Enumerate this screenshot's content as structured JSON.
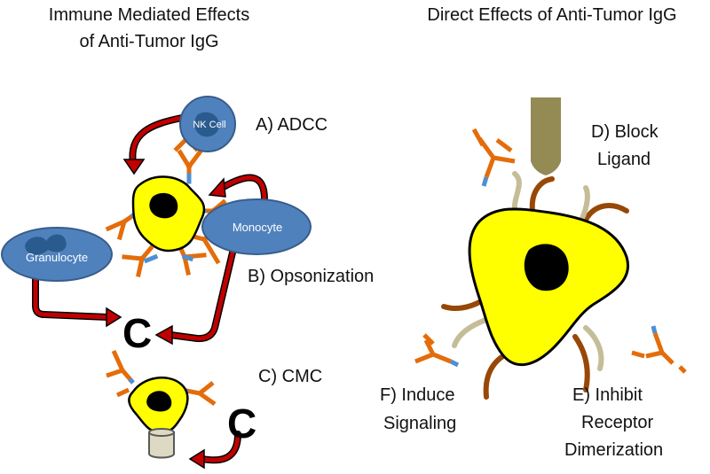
{
  "titles": {
    "left_line1": "Immune Mediated Effects",
    "left_line2": "of Anti-Tumor IgG",
    "right": "Direct Effects of Anti-Tumor IgG"
  },
  "labels": {
    "adcc": "A) ADCC",
    "opsonization": "B) Opsonization",
    "cmc": "C) CMC",
    "block_line1": "D) Block",
    "block_line2": "Ligand",
    "inhibit_line1": "E) Inhibit",
    "inhibit_line2": "Receptor",
    "inhibit_line3": "Dimerization",
    "induce_line1": "F) Induce",
    "induce_line2": "Signaling"
  },
  "cells": {
    "nk": "NK Cell",
    "monocyte": "Monocyte",
    "granulocyte": "Granulocyte"
  },
  "complement": {
    "c1": "C",
    "c2": "C"
  },
  "colors": {
    "cell_blue": "#4f81bd",
    "cell_dark": "#1f4e79",
    "tumor_yellow": "#ffff00",
    "antibody_orange": "#e46c0a",
    "antibody_tip": "#4f8fd1",
    "arrow_red": "#c00000",
    "ligand_olive": "#948a54",
    "receptor_brown": "#974806",
    "receptor_tan": "#c4bd97"
  }
}
